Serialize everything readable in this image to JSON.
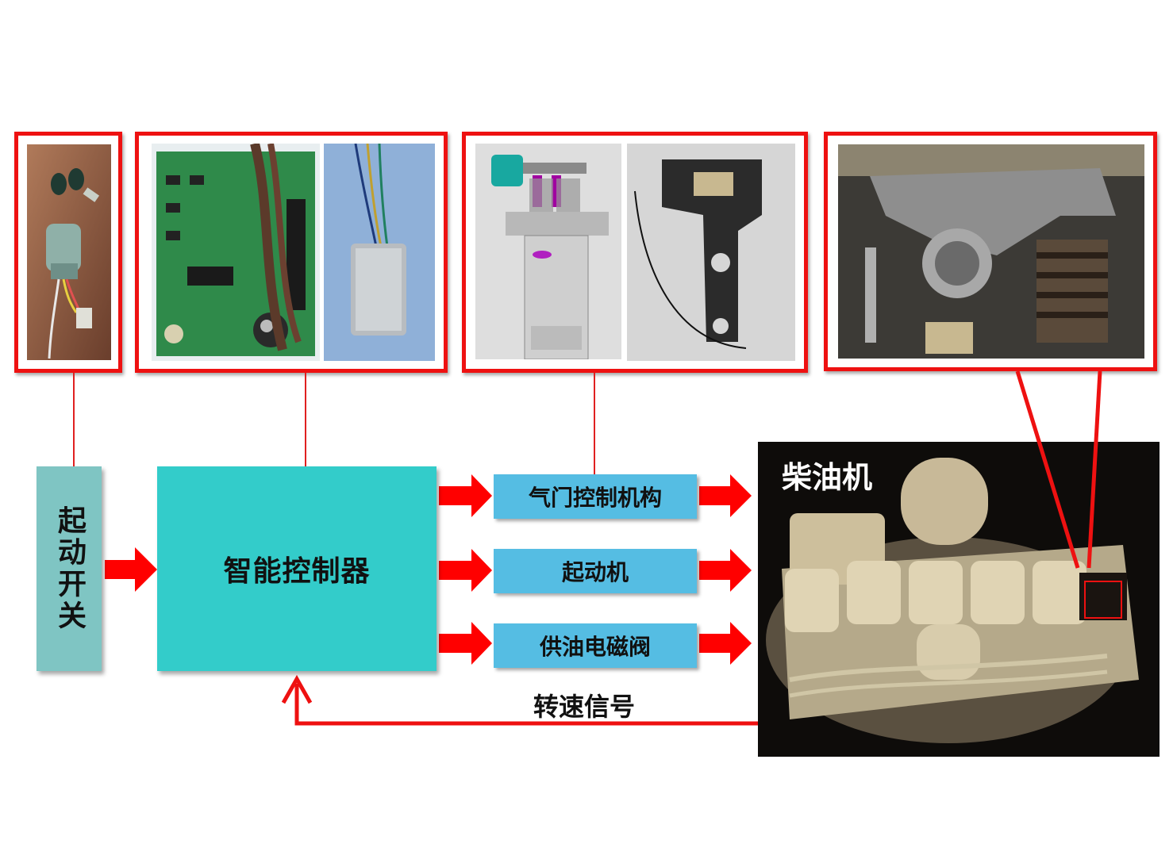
{
  "diagram": {
    "start_switch": "起动开关",
    "controller": "智能控制器",
    "throttle_mechanism": "气门控制机构",
    "starter": "起动机",
    "fuel_solenoid": "供油电磁阀",
    "speed_signal": "转速信号",
    "diesel_engine": "柴油机"
  },
  "colors": {
    "frame_red": "#ee1111",
    "arrow_red": "#ff0000",
    "controller_fill": "#33ccca",
    "switch_fill": "#7fc5c3",
    "output_fill": "#55bde3"
  },
  "photos": [
    {
      "name": "ignition-key-switch-photo"
    },
    {
      "name": "controller-circuit-board-photo"
    },
    {
      "name": "controller-module-photo"
    },
    {
      "name": "throttle-mechanism-cad-photo"
    },
    {
      "name": "throttle-actuator-bracket-photo"
    },
    {
      "name": "valve-rocker-arm-photo"
    },
    {
      "name": "diesel-engine-photo"
    }
  ]
}
